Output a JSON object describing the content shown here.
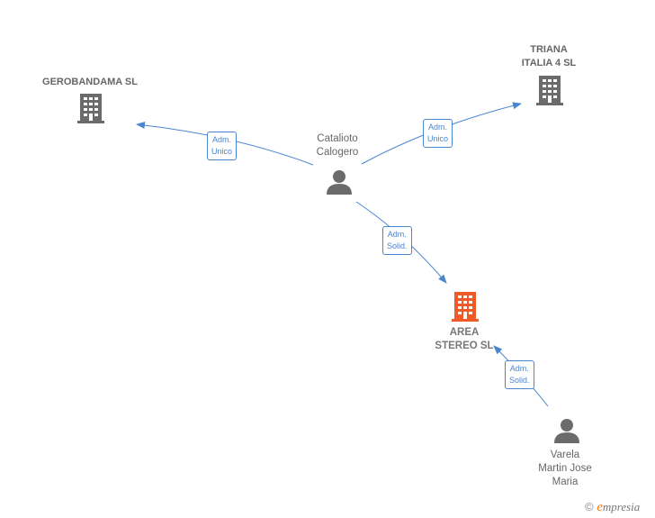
{
  "colors": {
    "company": "#6b6b6b",
    "focus_company": "#f05a28",
    "person": "#6b6b6b",
    "edge": "#4a86d0"
  },
  "nodes": {
    "gerobandama": {
      "type": "company",
      "icon": "building-icon",
      "label": "GEROBANDAMA SL"
    },
    "triana": {
      "type": "company",
      "icon": "building-icon",
      "line1": "TRIANA",
      "line2": "ITALIA 4 SL"
    },
    "area": {
      "type": "company",
      "icon": "building-icon",
      "highlight": true,
      "line1": "AREA",
      "line2": "STEREO SL"
    },
    "catalioto": {
      "type": "person",
      "icon": "person-icon",
      "line1": "Catalioto",
      "line2": "Calogero"
    },
    "varela": {
      "type": "person",
      "icon": "person-icon",
      "line1": "Varela",
      "line2": "Martin Jose",
      "line3": "Maria"
    }
  },
  "edges": {
    "catalioto_gerobandama": {
      "line1": "Adm.",
      "line2": "Unico"
    },
    "catalioto_triana": {
      "line1": "Adm.",
      "line2": "Unico"
    },
    "catalioto_area": {
      "line1": "Adm.",
      "line2": "Solid."
    },
    "varela_area": {
      "line1": "Adm.",
      "line2": "Solid."
    }
  },
  "brand": {
    "symbol": "©",
    "first_letter": "e",
    "rest": "mpresia"
  }
}
